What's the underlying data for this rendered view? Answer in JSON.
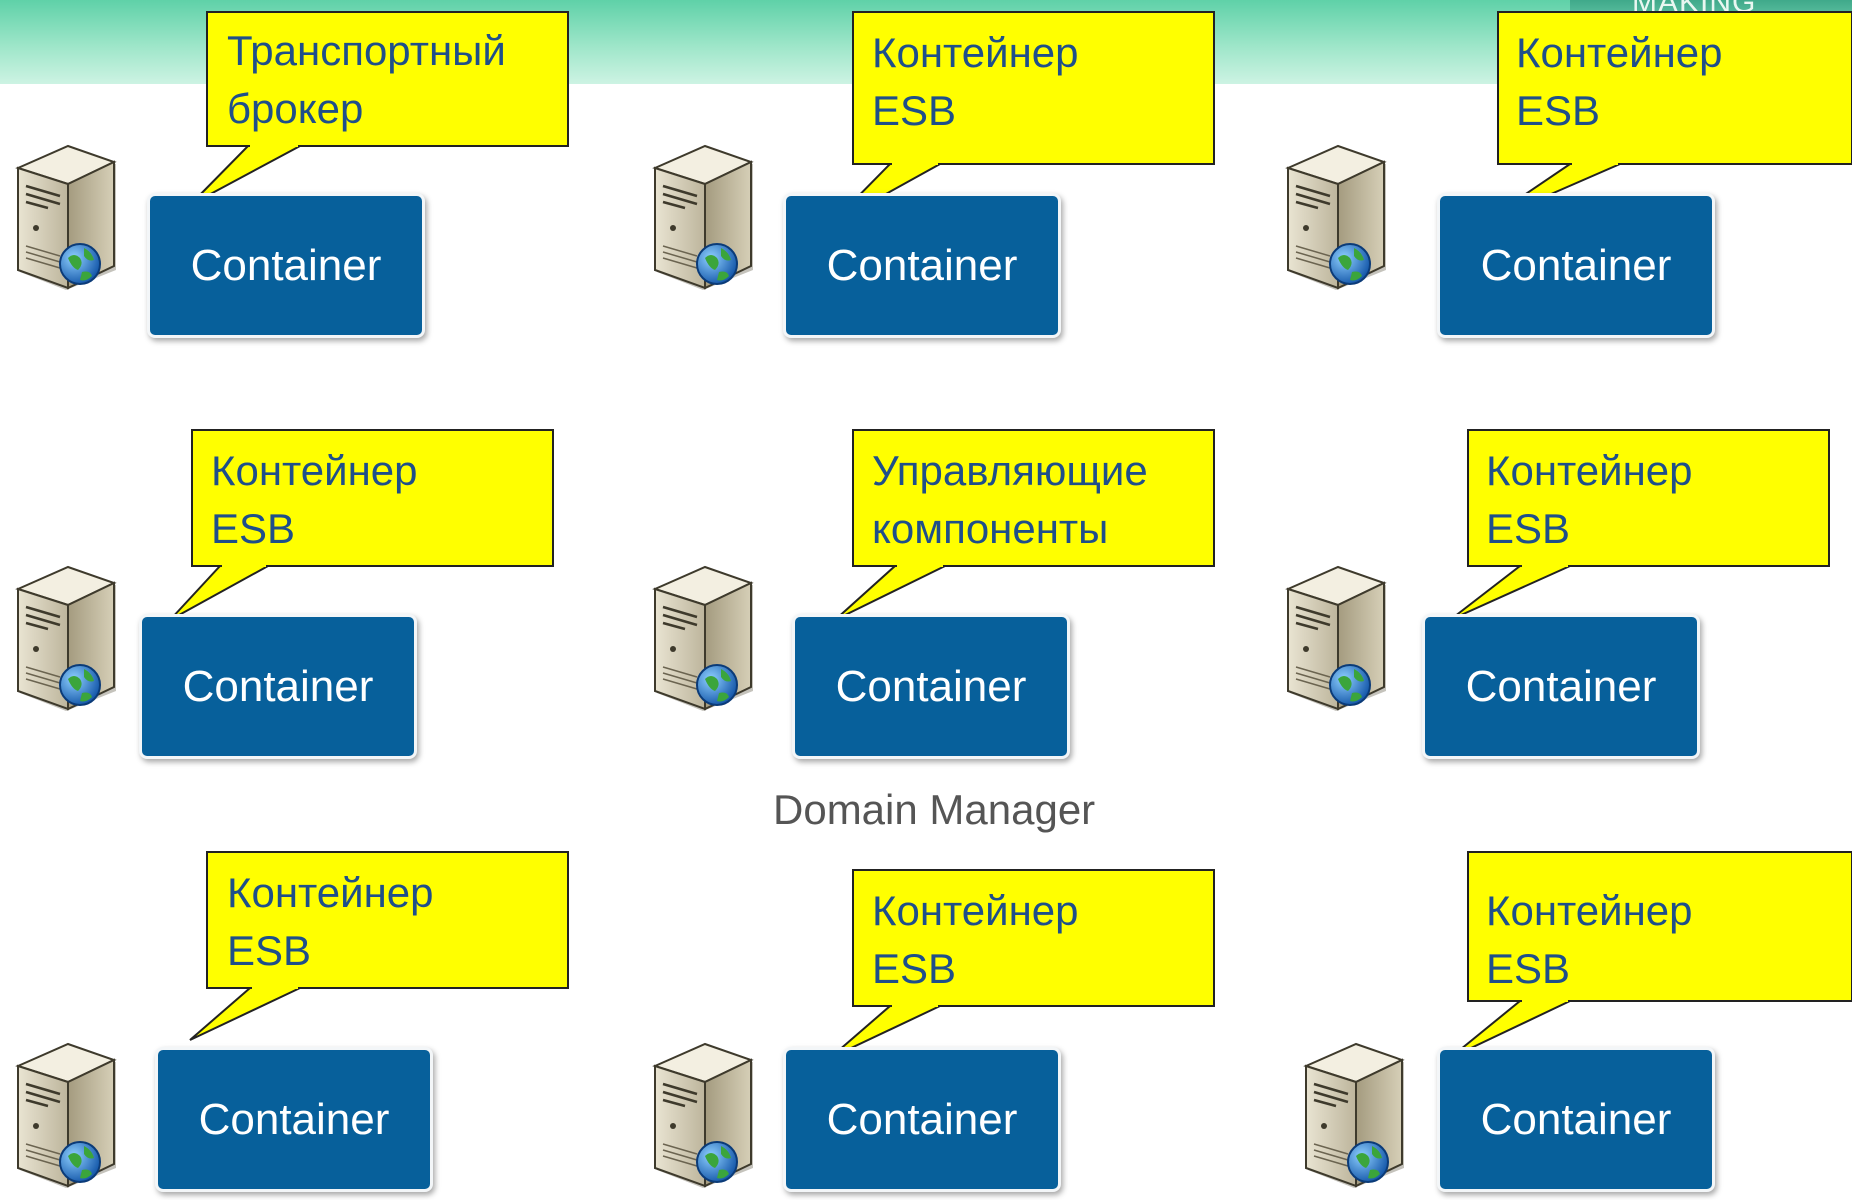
{
  "header": {
    "logo_text": "MAKING"
  },
  "diagram": {
    "caption": "Domain Manager",
    "nodes": [
      {
        "container_label": "Container",
        "callout": [
          "Транспортный",
          "брокер"
        ],
        "icon": "server-globe-icon"
      },
      {
        "container_label": "Container",
        "callout": [
          "Контейнер",
          "ESB"
        ],
        "icon": "server-globe-icon"
      },
      {
        "container_label": "Container",
        "callout": [
          "Контейнер",
          "ESB"
        ],
        "icon": "server-globe-icon"
      },
      {
        "container_label": "Container",
        "callout": [
          "Контейнер",
          "ESB"
        ],
        "icon": "server-globe-icon"
      },
      {
        "container_label": "Container",
        "callout": [
          "Управляющие",
          "компоненты"
        ],
        "icon": "server-globe-icon"
      },
      {
        "container_label": "Container",
        "callout": [
          "Контейнер",
          "ESB"
        ],
        "icon": "server-globe-icon"
      },
      {
        "container_label": "Container",
        "callout": [
          "Контейнер",
          "ESB"
        ],
        "icon": "server-globe-icon"
      },
      {
        "container_label": "Container",
        "callout": [
          "Контейнер",
          "ESB"
        ],
        "icon": "server-globe-icon"
      },
      {
        "container_label": "Container",
        "callout": [
          "Контейнер",
          "ESB"
        ],
        "icon": "server-globe-icon"
      }
    ]
  },
  "colors": {
    "container_fill": "#07609b",
    "callout_fill": "#ffff00",
    "callout_text": "#1f4f8a",
    "header_band": "#7fdcbc"
  }
}
